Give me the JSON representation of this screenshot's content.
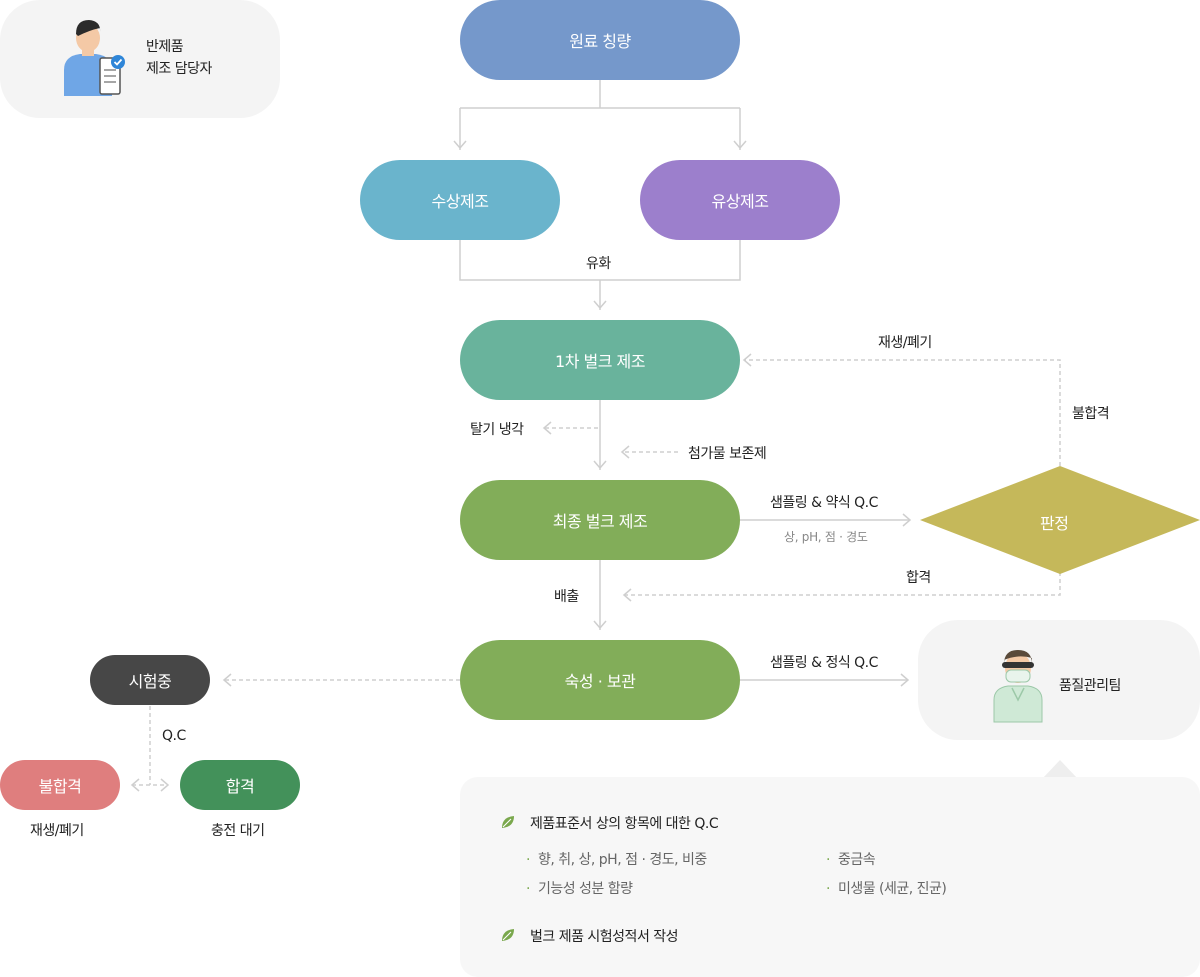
{
  "roles": {
    "manufacturer": {
      "line1": "반제품",
      "line2": "제조 담당자"
    },
    "qc_team": "품질관리팀"
  },
  "nodes": {
    "weighing": "원료 칭량",
    "aqueous": "수상제조",
    "oil": "유상제조",
    "bulk1": "1차 벌크 제조",
    "final_bulk": "최종 벌크 제조",
    "judgement": "판정",
    "aging": "숙성 · 보관",
    "testing": "시험중",
    "fail": "불합격",
    "pass": "합격"
  },
  "labels": {
    "emulsify": "유화",
    "deaerate": "탈기 냉각",
    "additive": "첨가물 보존제",
    "sampling1": "샘플링 & 약식 Q.C",
    "sampling1_sub": "상, pH, 점 · 경도",
    "regen_top": "재생/폐기",
    "fail_label": "불합격",
    "pass_label": "합격",
    "discharge": "배출",
    "sampling2": "샘플링 & 정식 Q.C",
    "qc": "Q.C",
    "regen_bottom": "재생/폐기",
    "fill_wait": "충전 대기"
  },
  "info": {
    "head1": "제품표준서 상의 항목에 대한 Q.C",
    "items": [
      "향, 취, 상, pH, 점 · 경도, 비중",
      "기능성 성분 함량",
      "중금속",
      "미생물 (세균, 진균)"
    ],
    "head2": "벌크 제품 시험성적서 작성"
  },
  "colors": {
    "weighing": "#7598cb",
    "aqueous": "#6ab4cc",
    "oil": "#9c7fcc",
    "bulk1": "#69b39c",
    "final_bulk": "#82ad59",
    "judgement": "#c5b85a",
    "testing": "#474747",
    "fail": "#df7e7e",
    "pass": "#43915a"
  }
}
